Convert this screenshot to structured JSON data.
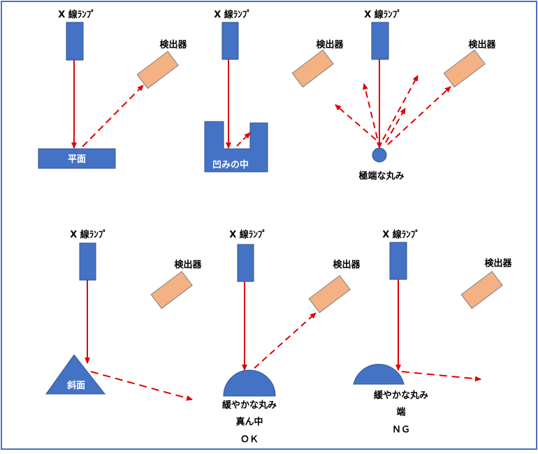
{
  "labels": {
    "lamp": "X 線ﾗﾝﾌﾟ",
    "detector": "検出器",
    "flat": "平面",
    "recess": "凹みの中",
    "sharp_round": "極端な丸み",
    "slope": "斜面",
    "gentle_round": "緩やかな丸み",
    "center": "真ん中",
    "ok": "ＯＫ",
    "edge": "端",
    "ng": "ＮＧ"
  },
  "colors": {
    "border": "#4472c4",
    "lamp": "#4472c4",
    "sample": "#4472c4",
    "detector_fill": "#f4b183",
    "detector_stroke": "#7f7f7f",
    "beam": "#e00000"
  },
  "icons": {
    "lamp": "rect-lamp",
    "detector": "rotated-rect-detector",
    "arrowhead": "arrowhead"
  }
}
